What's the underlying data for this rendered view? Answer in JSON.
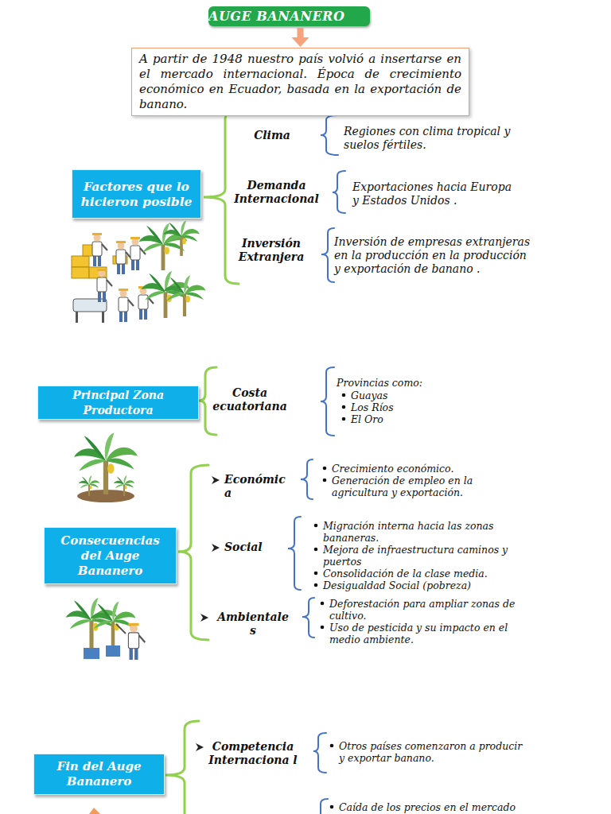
{
  "diagram": {
    "nodes": [
      {
        "text": [
          "AUGE BANANERO"
        ]
      },
      {
        "text": [
          "A partir de 1948 nuestro país volvió a insertarse en el mercado internacional. Época de crecimiento económico en Ecuador, basada en la exportación de banano."
        ]
      },
      {
        "text": [
          "Factores que lo hicieron posible"
        ]
      },
      {
        "text": [
          "Principal Zona Productora"
        ]
      },
      {
        "text": [
          "Consecuencias del Auge Bananero"
        ]
      },
      {
        "text": [
          "Fin del Auge Bananero"
        ]
      }
    ],
    "edges": [
      {
        "from": 0,
        "to": 1,
        "arrow": "to"
      }
    ],
    "labels": [
      "Clima",
      "Regiones con clima tropical y suelos fértiles.",
      "Demanda Internacional",
      "Exportaciones hacia Europa y Estados Unidos .",
      "Inversión Extranjera",
      "Inversión de empresas extranjeras en la producción en la producción y exportación de banano .",
      "Costa ecuatoriana",
      "Provincias como:",
      "Guayas",
      "Los Ríos",
      "El Oro",
      "Económic a",
      "Crecimiento económico.",
      "Generación de empleo en la agricultura y exportación.",
      "Social",
      "Migración interna hacia las zonas bananeras.",
      "Mejora de infraestructura caminos y puertos",
      "Consolidación de la clase media.",
      "Desigualdad Social (pobreza)",
      "Ambientale s",
      "Deforestación para ampliar zonas de cultivo.",
      "Uso de pesticida y su impacto en el medio ambiente.",
      "Competencia Internaciona l",
      "Otros países comenzaron a producir y exportar banano.",
      "Caída de los precios en el mercado"
    ]
  }
}
